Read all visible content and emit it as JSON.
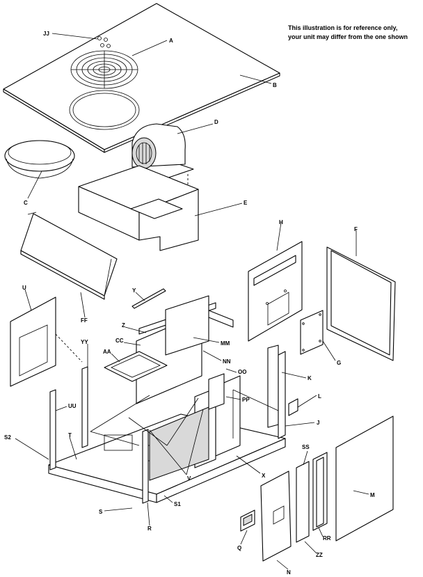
{
  "note": {
    "line1": "This illustration is for reference only,",
    "line2": "your unit may differ from the one shown"
  },
  "labels": {
    "JJ": "JJ",
    "A": "A",
    "B": "B",
    "D": "D",
    "C": "C",
    "E": "E",
    "H": "H",
    "F": "F",
    "U": "U",
    "FF": "FF",
    "Y": "Y",
    "Z": "Z",
    "MM": "MM",
    "YY": "YY",
    "CC": "CC",
    "AA": "AA",
    "NN": "NN",
    "OO": "OO",
    "G": "G",
    "K": "K",
    "L": "L",
    "UU": "UU",
    "PP": "PP",
    "J": "J",
    "S2": "S2",
    "T": "T",
    "SS": "SS",
    "M": "M",
    "V": "V",
    "X": "X",
    "S": "S",
    "S1": "S1",
    "R": "R",
    "Q": "Q",
    "ZZ": "ZZ",
    "RR": "RR",
    "N": "N"
  }
}
